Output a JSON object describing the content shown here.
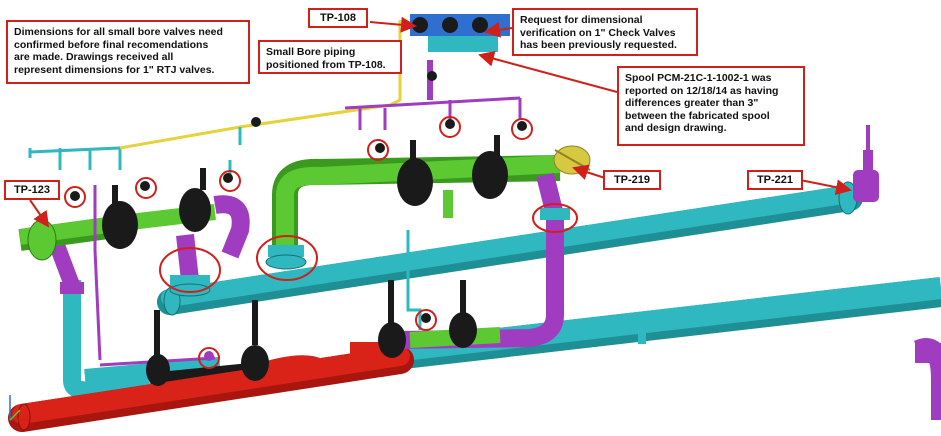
{
  "callouts": {
    "tp108": "TP-108",
    "tp123": "TP-123",
    "tp219": "TP-219",
    "tp221": "TP-221"
  },
  "notes": {
    "small_bore": "Dimensions for all small bore valves need\nconfirmed before final recomendations\nare made. Drawings received all\nrepresent dimensions for 1\" RTJ valves.",
    "small_bore_piping": "Small Bore piping\npositioned from TP-108.",
    "check_valves": "Request for dimensional\nverification on 1\" Check Valves\nhas been previously requested.",
    "spool": "Spool PCM-21C-1-1002-1 was\nreported on 12/18/14 as having\ndifferences greater than 3\"\nbetween the fabricated spool\nand design drawing."
  },
  "colors": {
    "teal_pipe": "#2fb8bf",
    "green_pipe": "#5cc832",
    "red_pipe": "#d92218",
    "purple_pipe": "#a03cc0",
    "yellow_line": "#e6d23a",
    "valve_body": "#1a1a1a",
    "annotation_red": "#d0201a"
  }
}
